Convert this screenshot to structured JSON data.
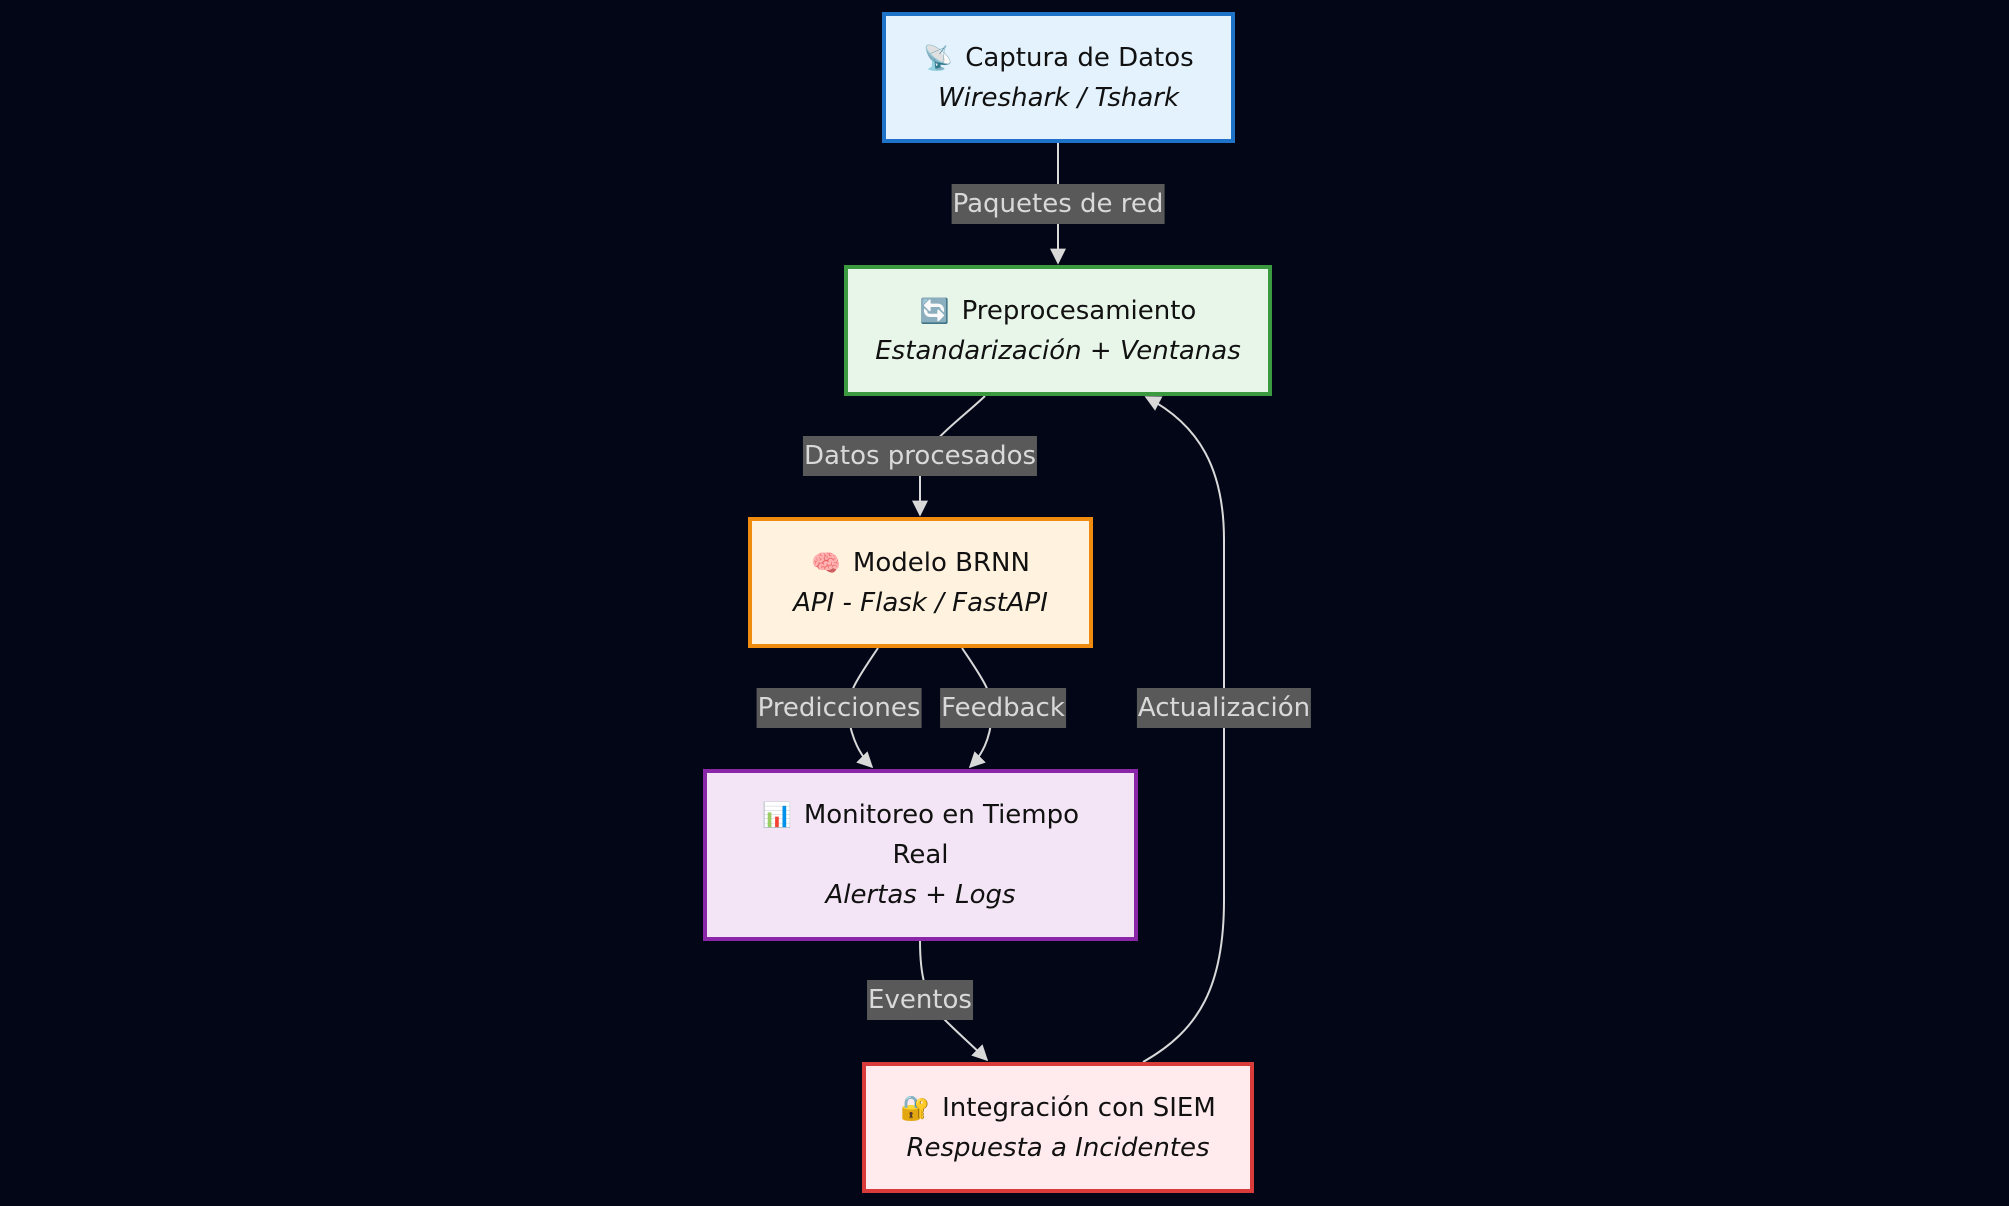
{
  "nodes": {
    "capture": {
      "icon": "📡",
      "title": "Captura de Datos",
      "sub": "Wireshark / Tshark"
    },
    "preproc": {
      "icon": "🔄",
      "title": "Preprocesamiento",
      "sub": "Estandarización + Ventanas"
    },
    "model": {
      "icon": "🧠",
      "title": "Modelo BRNN",
      "sub": "API - Flask / FastAPI"
    },
    "monitor": {
      "icon": "📊",
      "title": "Monitoreo en Tiempo",
      "title2": "Real",
      "sub": "Alertas + Logs"
    },
    "siem": {
      "icon": "🔐",
      "title": "Integración con SIEM",
      "sub": "Respuesta a Incidentes"
    }
  },
  "edges": {
    "paquetes": "Paquetes de red",
    "datos": "Datos procesados",
    "predicciones": "Predicciones",
    "feedback": "Feedback",
    "eventos": "Eventos",
    "actualizacion": "Actualización"
  }
}
